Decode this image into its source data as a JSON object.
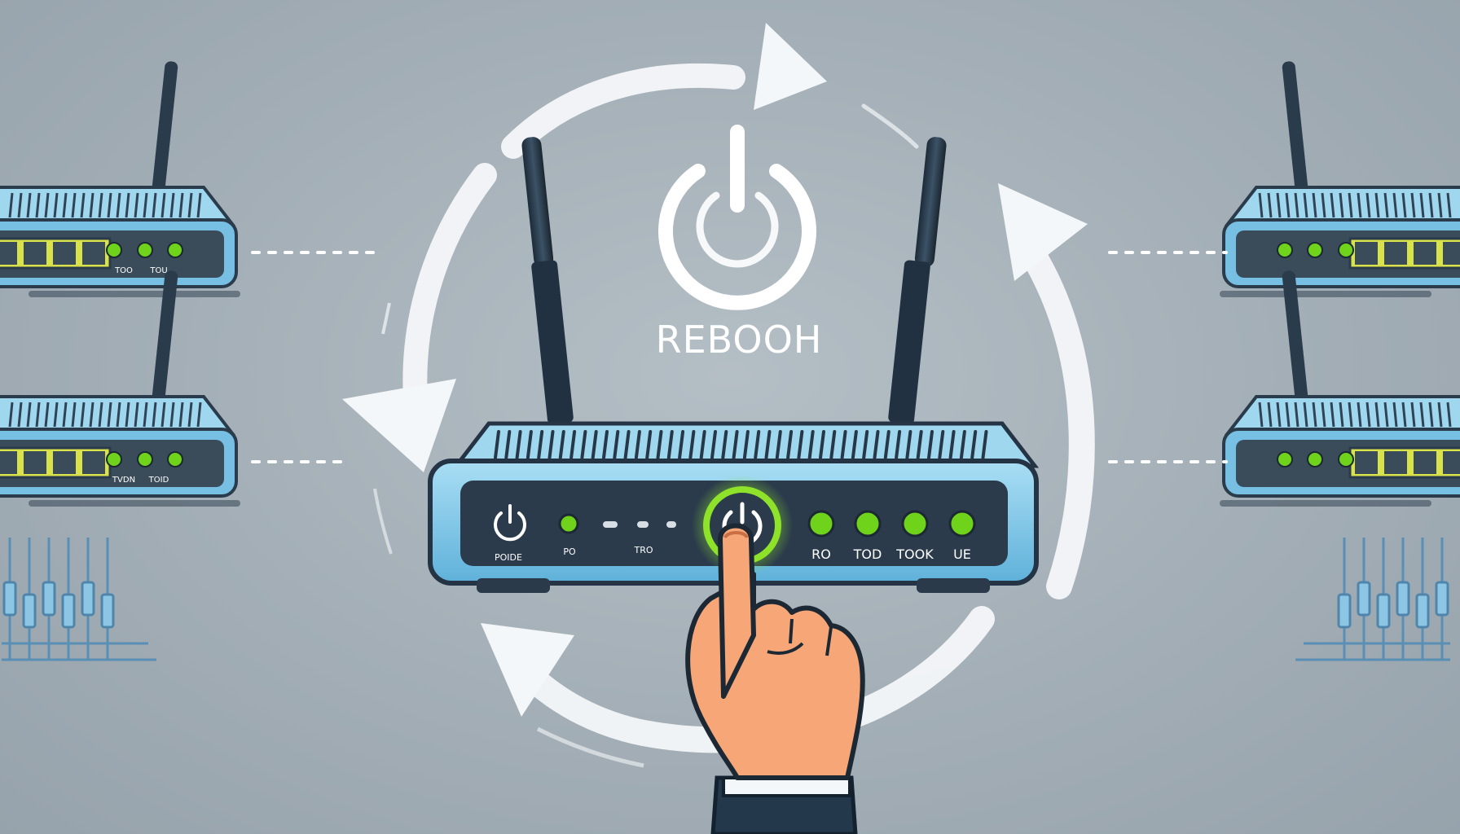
{
  "title": "REBOOH",
  "router": {
    "power_label": "POIDE",
    "led1_label": "PO",
    "led2_label": "TRO",
    "status_labels": [
      "RO",
      "TOD",
      "TOOK",
      "UE"
    ]
  },
  "side_routers": {
    "top_left_labels": [
      "TOO",
      "TOU"
    ],
    "bottom_left_labels": [
      "TVDN",
      "TOID"
    ]
  },
  "colors": {
    "background": "#a3aeb6",
    "router_body": "#7fc6e8",
    "router_panel": "#2b3b4c",
    "led_green": "#6fd21b",
    "arrow": "#f4f7f9",
    "skin": "#f7a777"
  },
  "icons": [
    "power-icon",
    "cycle-arrow-icon",
    "hand-pointer-icon",
    "router-icon"
  ]
}
